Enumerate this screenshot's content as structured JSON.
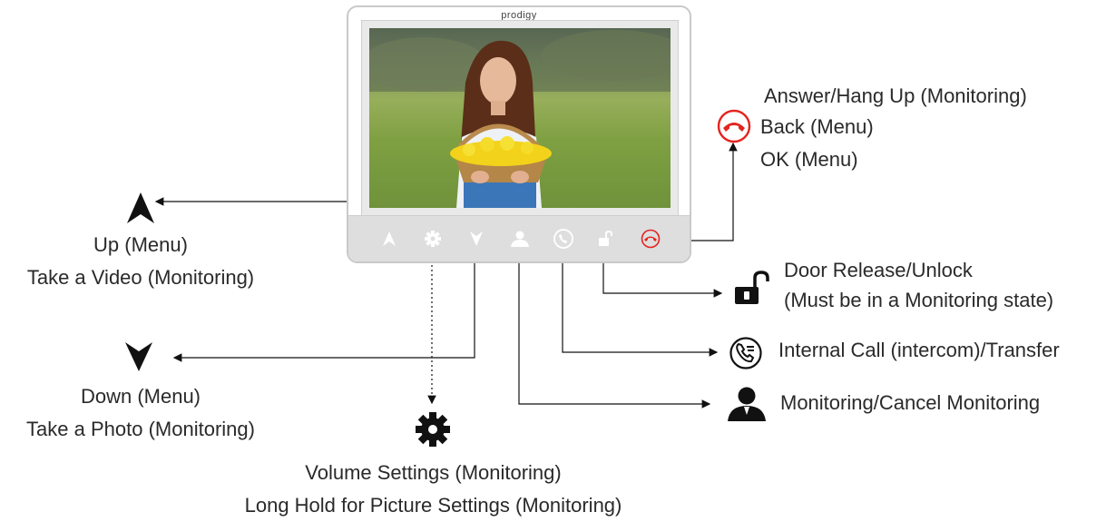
{
  "device": {
    "brand": "prodigy"
  },
  "labels": {
    "up": [
      "Up (Menu)",
      "Take a Video (Monitoring)"
    ],
    "down": [
      "Down (Menu)",
      "Take a Photo (Monitoring)"
    ],
    "settings": [
      "Volume Settings (Monitoring)",
      "Long Hold for Picture Settings (Monitoring)"
    ],
    "answer": [
      "Answer/Hang Up (Monitoring)",
      "Back (Menu)",
      "OK (Menu)"
    ],
    "door": [
      "Door Release/Unlock",
      "(Must be in a Monitoring state)"
    ],
    "intercom": "Internal Call (intercom)/Transfer",
    "monitoring": "Monitoring/Cancel Monitoring"
  },
  "colors": {
    "accent_red": "#e5231f",
    "icon_dark": "#111111",
    "button_white": "#ffffff",
    "panel_grey": "#dedede"
  },
  "icons": {
    "up": "arrow-up-icon",
    "down": "arrow-down-icon",
    "settings": "gear-icon",
    "monitoring": "person-icon",
    "intercom": "phone-transfer-icon",
    "door": "unlock-icon",
    "answer": "hangup-phone-icon"
  }
}
